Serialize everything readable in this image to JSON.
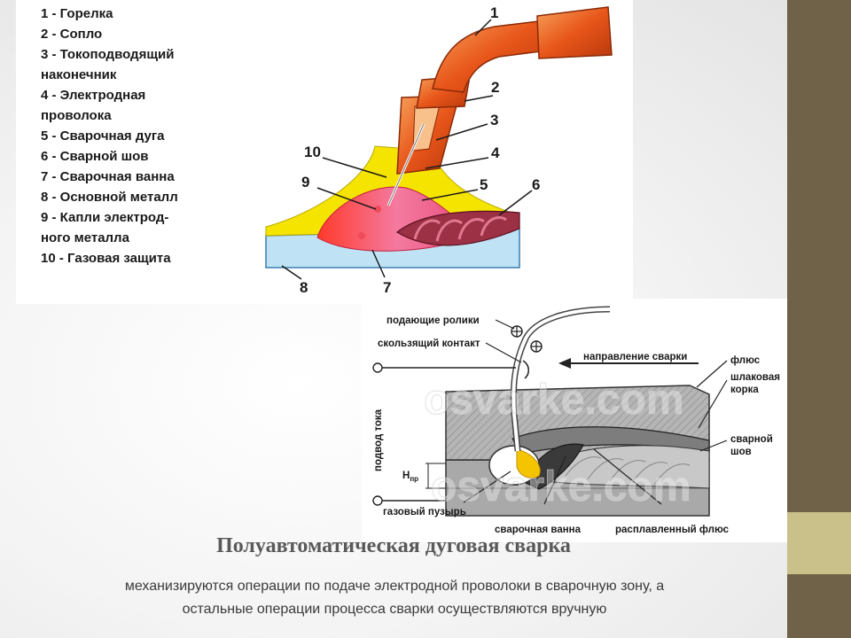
{
  "torch_diagram": {
    "legend": [
      "1 - Горелка",
      "2 - Сопло",
      "3 - Токоподводящий",
      "наконечник",
      "4 - Электродная",
      "проволока",
      "5 - Сварочная дуга",
      "6 - Сварной шов",
      "7 - Сварочная ванна",
      "8 - Основной металл",
      "9 - Капли электрод-",
      "ного металла",
      "10 - Газовая защита"
    ],
    "callouts": {
      "n1": "1",
      "n2": "2",
      "n3": "3",
      "n4": "4",
      "n5": "5",
      "n6": "6",
      "n7": "7",
      "n8": "8",
      "n9": "9",
      "n10": "10"
    }
  },
  "saw_diagram": {
    "label_rollers": "подающие ролики",
    "label_contact": "скользящий контакт",
    "label_direction": "направление сварки",
    "label_flux": "флюс",
    "label_slag_1": "шлаковая",
    "label_slag_2": "корка",
    "label_seam_1": "сварной",
    "label_seam_2": "шов",
    "label_current": "подвод тока",
    "label_h": "H",
    "label_h_sub": "пр",
    "label_bubble": "газовый пузырь",
    "label_pool": "сварочная ванна",
    "label_molten_flux": "расплавленный флюс",
    "watermark": "osvarke.com"
  },
  "title": "Полуавтоматическая дуговая сварка",
  "description_line1": "механизируются операции по подаче электродной проволоки в сварочную зону, а",
  "description_line2": "остальные операции процесса сварки осуществляются вручную",
  "colors": {
    "sidebar": "#6f6248",
    "sidebar_band": "#c9c08a",
    "torch": "#e8561a",
    "shield": "#f5e400",
    "pool": "#f06a8a",
    "base_metal": "#bfe3f5"
  }
}
